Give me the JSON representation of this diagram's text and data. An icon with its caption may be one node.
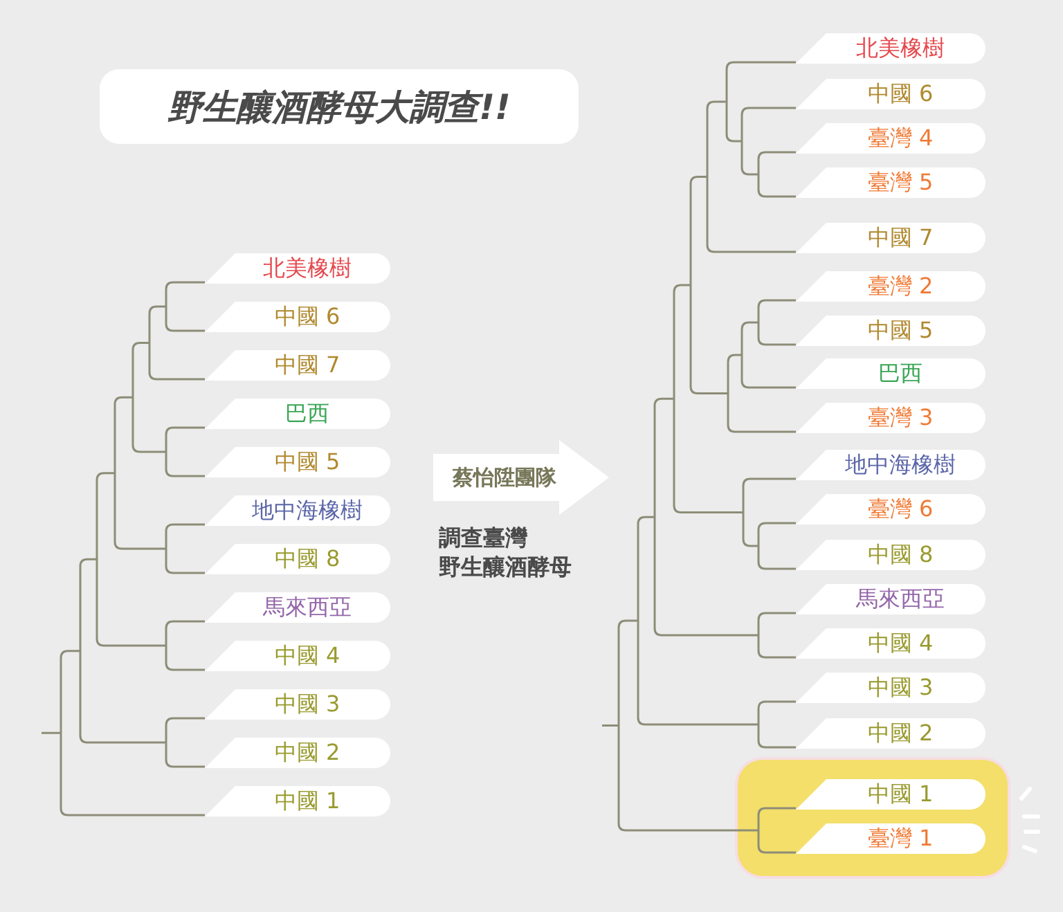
{
  "diagram": {
    "title": "野生釀酒酵母大調查!!",
    "nodes": [
      {
        "text": [
          "北美橡樹"
        ]
      },
      {
        "text": [
          "中國 6"
        ]
      },
      {
        "text": [
          "中國 7"
        ]
      },
      {
        "text": [
          "巴西"
        ]
      },
      {
        "text": [
          "中國 5"
        ]
      },
      {
        "text": [
          "地中海橡樹"
        ]
      },
      {
        "text": [
          "中國 8"
        ]
      },
      {
        "text": [
          "馬來西亞"
        ]
      },
      {
        "text": [
          "中國 4"
        ]
      },
      {
        "text": [
          "中國 3"
        ]
      },
      {
        "text": [
          "中國 2"
        ]
      },
      {
        "text": [
          "中國 1"
        ]
      },
      {
        "text": [
          "蔡怡陞團隊"
        ],
        "beside": [
          "調查臺灣",
          "野生釀酒酵母"
        ]
      },
      {
        "text": [
          "北美橡樹"
        ]
      },
      {
        "text": [
          "中國 6"
        ]
      },
      {
        "text": [
          "臺灣 4"
        ]
      },
      {
        "text": [
          "臺灣 5"
        ]
      },
      {
        "text": [
          "中國 7"
        ]
      },
      {
        "text": [
          "臺灣 2"
        ]
      },
      {
        "text": [
          "中國 5"
        ]
      },
      {
        "text": [
          "巴西"
        ]
      },
      {
        "text": [
          "臺灣 3"
        ]
      },
      {
        "text": [
          "地中海橡樹"
        ]
      },
      {
        "text": [
          "臺灣 6"
        ]
      },
      {
        "text": [
          "中國 8"
        ]
      },
      {
        "text": [
          "馬來西亞"
        ]
      },
      {
        "text": [
          "中國 4"
        ]
      },
      {
        "text": [
          "中國 3"
        ]
      },
      {
        "text": [
          "中國 2"
        ]
      },
      {
        "text": [],
        "shape": "box"
      },
      {
        "text": [
          "中國 1"
        ],
        "in": 29
      },
      {
        "text": [
          "臺灣 1"
        ],
        "in": 29
      }
    ]
  }
}
